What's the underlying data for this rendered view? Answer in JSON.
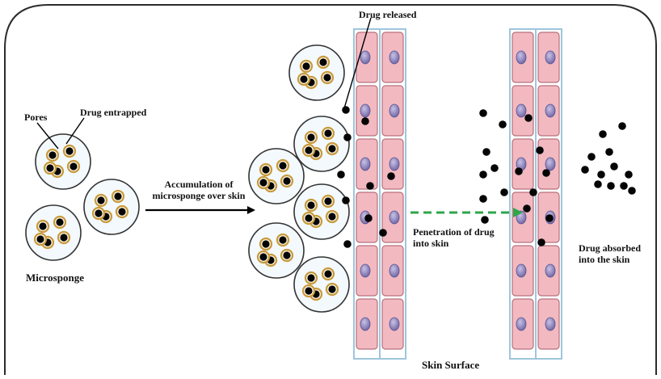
{
  "labels": {
    "pores": "Pores",
    "drug_entrapped": "Drug entrapped",
    "drug_released": "Drug released",
    "accumulation_line1": "Accumulation of",
    "accumulation_line2": "microsponge over skin",
    "microsponge": "Microsponge",
    "penetration_line1": "Penetration of drug",
    "penetration_line2": "into skin",
    "absorbed_line1": "Drug absorbed",
    "absorbed_line2": "into the skin",
    "skin_surface": "Skin Surface"
  },
  "colors": {
    "sponge_fill": "#f3f9fd",
    "pore_ring": "#c89a3c",
    "drug": "#050505",
    "cell_fill": "#f2b9c1",
    "cell_stroke": "#b8707c",
    "nucleus": "#8a7fb6",
    "membrane": "#9ec6dc",
    "penetration_arrow": "#2ea64a",
    "frame": "#2b2b2b"
  }
}
